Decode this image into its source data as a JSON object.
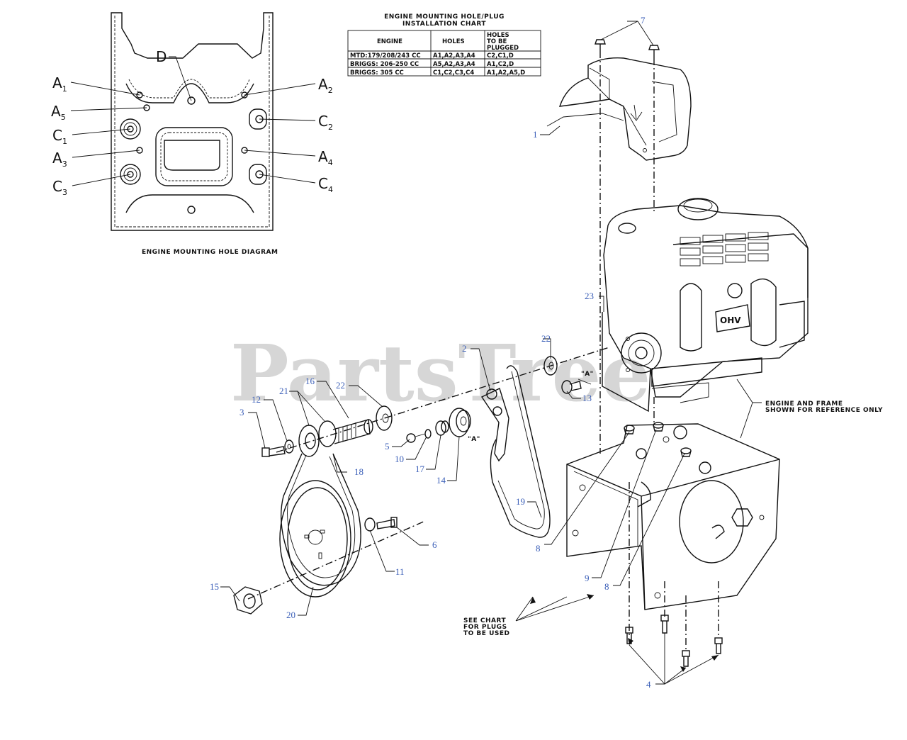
{
  "watermark": "PartsTree",
  "hole_diagram": {
    "caption": "ENGINE MOUNTING HOLE DIAGRAM",
    "labels": [
      {
        "id": "A1",
        "main": "A",
        "sub": "1"
      },
      {
        "id": "A5",
        "main": "A",
        "sub": "5"
      },
      {
        "id": "C1",
        "main": "C",
        "sub": "1"
      },
      {
        "id": "A3",
        "main": "A",
        "sub": "3"
      },
      {
        "id": "C3",
        "main": "C",
        "sub": "3"
      },
      {
        "id": "D",
        "main": "D",
        "sub": ""
      },
      {
        "id": "A2",
        "main": "A",
        "sub": "2"
      },
      {
        "id": "C2",
        "main": "C",
        "sub": "2"
      },
      {
        "id": "A4",
        "main": "A",
        "sub": "4"
      },
      {
        "id": "C4",
        "main": "C",
        "sub": "4"
      }
    ]
  },
  "install_chart": {
    "title_line1": "ENGINE MOUNTING HOLE/PLUG",
    "title_line2": "INSTALLATION CHART",
    "headers": [
      "ENGINE",
      "HOLES",
      "HOLES TO BE PLUGGED"
    ],
    "header_lines": [
      "HOLES",
      "TO BE",
      "PLUGGED"
    ],
    "rows": [
      [
        "MTD:179/208/243 CC",
        "A1,A2,A3,A4",
        "C2,C1,D"
      ],
      [
        "BRIGGS: 206-250 CC",
        "A5,A2,A3,A4",
        "A1,C2,D"
      ],
      [
        "BRIGGS: 305 CC",
        "C1,C2,C3,C4",
        "A1,A2,A5,D"
      ]
    ]
  },
  "notes": {
    "engine_frame_line1": "ENGINE AND FRAME",
    "engine_frame_line2": "SHOWN FOR REFERENCE ONLY",
    "see_chart_line1": "SEE CHART",
    "see_chart_line2": "FOR PLUGS",
    "see_chart_line3": "TO BE USED",
    "ref_a1": "\"A\"",
    "ref_a2": "\"A\"",
    "engine_badge": "OHV"
  },
  "callouts": {
    "c1": "1",
    "c2": "2",
    "c3": "3",
    "c4": "4",
    "c5": "5",
    "c6": "6",
    "c7": "7",
    "c8a": "8",
    "c8b": "8",
    "c9": "9",
    "c10": "10",
    "c11": "11",
    "c12": "12",
    "c13": "13",
    "c14": "14",
    "c15": "15",
    "c16": "16",
    "c17": "17",
    "c18": "18",
    "c19": "19",
    "c20": "20",
    "c21": "21",
    "c22a": "22",
    "c22b": "22",
    "c23": "23"
  }
}
